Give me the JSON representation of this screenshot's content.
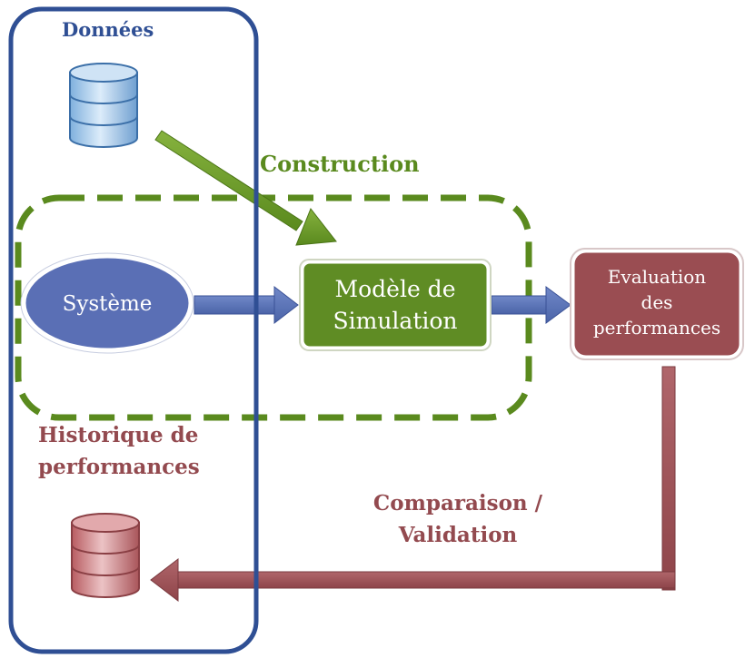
{
  "labels": {
    "donnees": "Données",
    "construction": "Construction",
    "historique_line1": "Historique de",
    "historique_line2": "performances",
    "comparaison_line1": "Comparaison /",
    "comparaison_line2": "Validation"
  },
  "nodes": {
    "systeme": "Système",
    "modele_line1": "Modèle de",
    "modele_line2": "Simulation",
    "evaluation_line1": "Evaluation",
    "evaluation_line2": "des",
    "evaluation_line3": "performances"
  },
  "colors": {
    "blue": "#2f4f94",
    "green": "#5a8a1e",
    "maroon": "#934a4f",
    "system_fill": "#5a6fb5",
    "model_fill": "#5f8c24",
    "eval_fill": "#9a4d52",
    "db_blue": "#9cc6ea",
    "db_red": "#c9787c"
  }
}
